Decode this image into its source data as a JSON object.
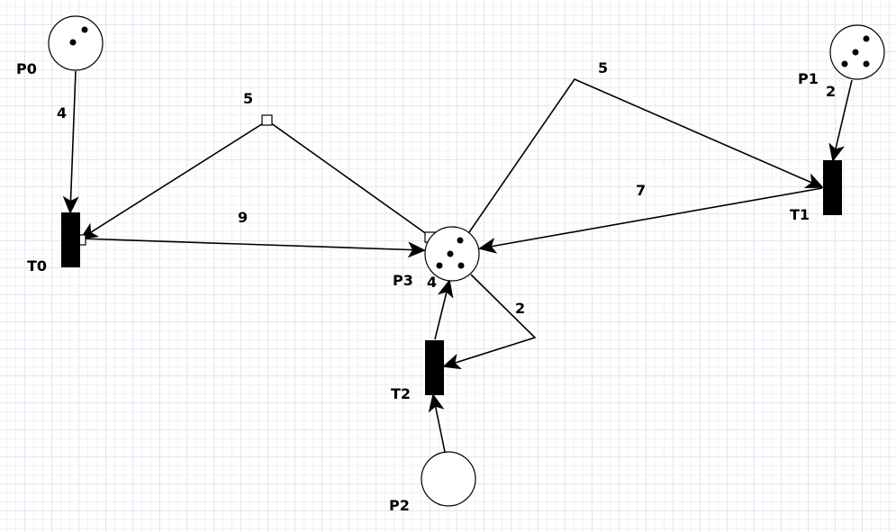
{
  "places": [
    {
      "id": "P0",
      "label": "P0",
      "tokens": 2
    },
    {
      "id": "P1",
      "label": "P1",
      "tokens": 4
    },
    {
      "id": "P2",
      "label": "P2",
      "tokens": 0
    },
    {
      "id": "P3",
      "label": "P3",
      "tokens": 4
    }
  ],
  "transitions": [
    {
      "id": "T0",
      "label": "T0"
    },
    {
      "id": "T1",
      "label": "T1"
    },
    {
      "id": "T2",
      "label": "T2"
    }
  ],
  "arcs": [
    {
      "from": "P0",
      "to": "T0",
      "weight": "4"
    },
    {
      "from": "P3",
      "to": "T0",
      "weight": "5"
    },
    {
      "from": "T0",
      "to": "P3",
      "weight": "9"
    },
    {
      "from": "P3",
      "to": "T1",
      "weight": "5"
    },
    {
      "from": "T1",
      "to": "P3",
      "weight": "7"
    },
    {
      "from": "P1",
      "to": "T1",
      "weight": "2"
    },
    {
      "from": "T2",
      "to": "P3",
      "weight": "4"
    },
    {
      "from": "P3",
      "to": "T2",
      "weight": "2"
    },
    {
      "from": "P2",
      "to": "T2",
      "weight": ""
    }
  ]
}
